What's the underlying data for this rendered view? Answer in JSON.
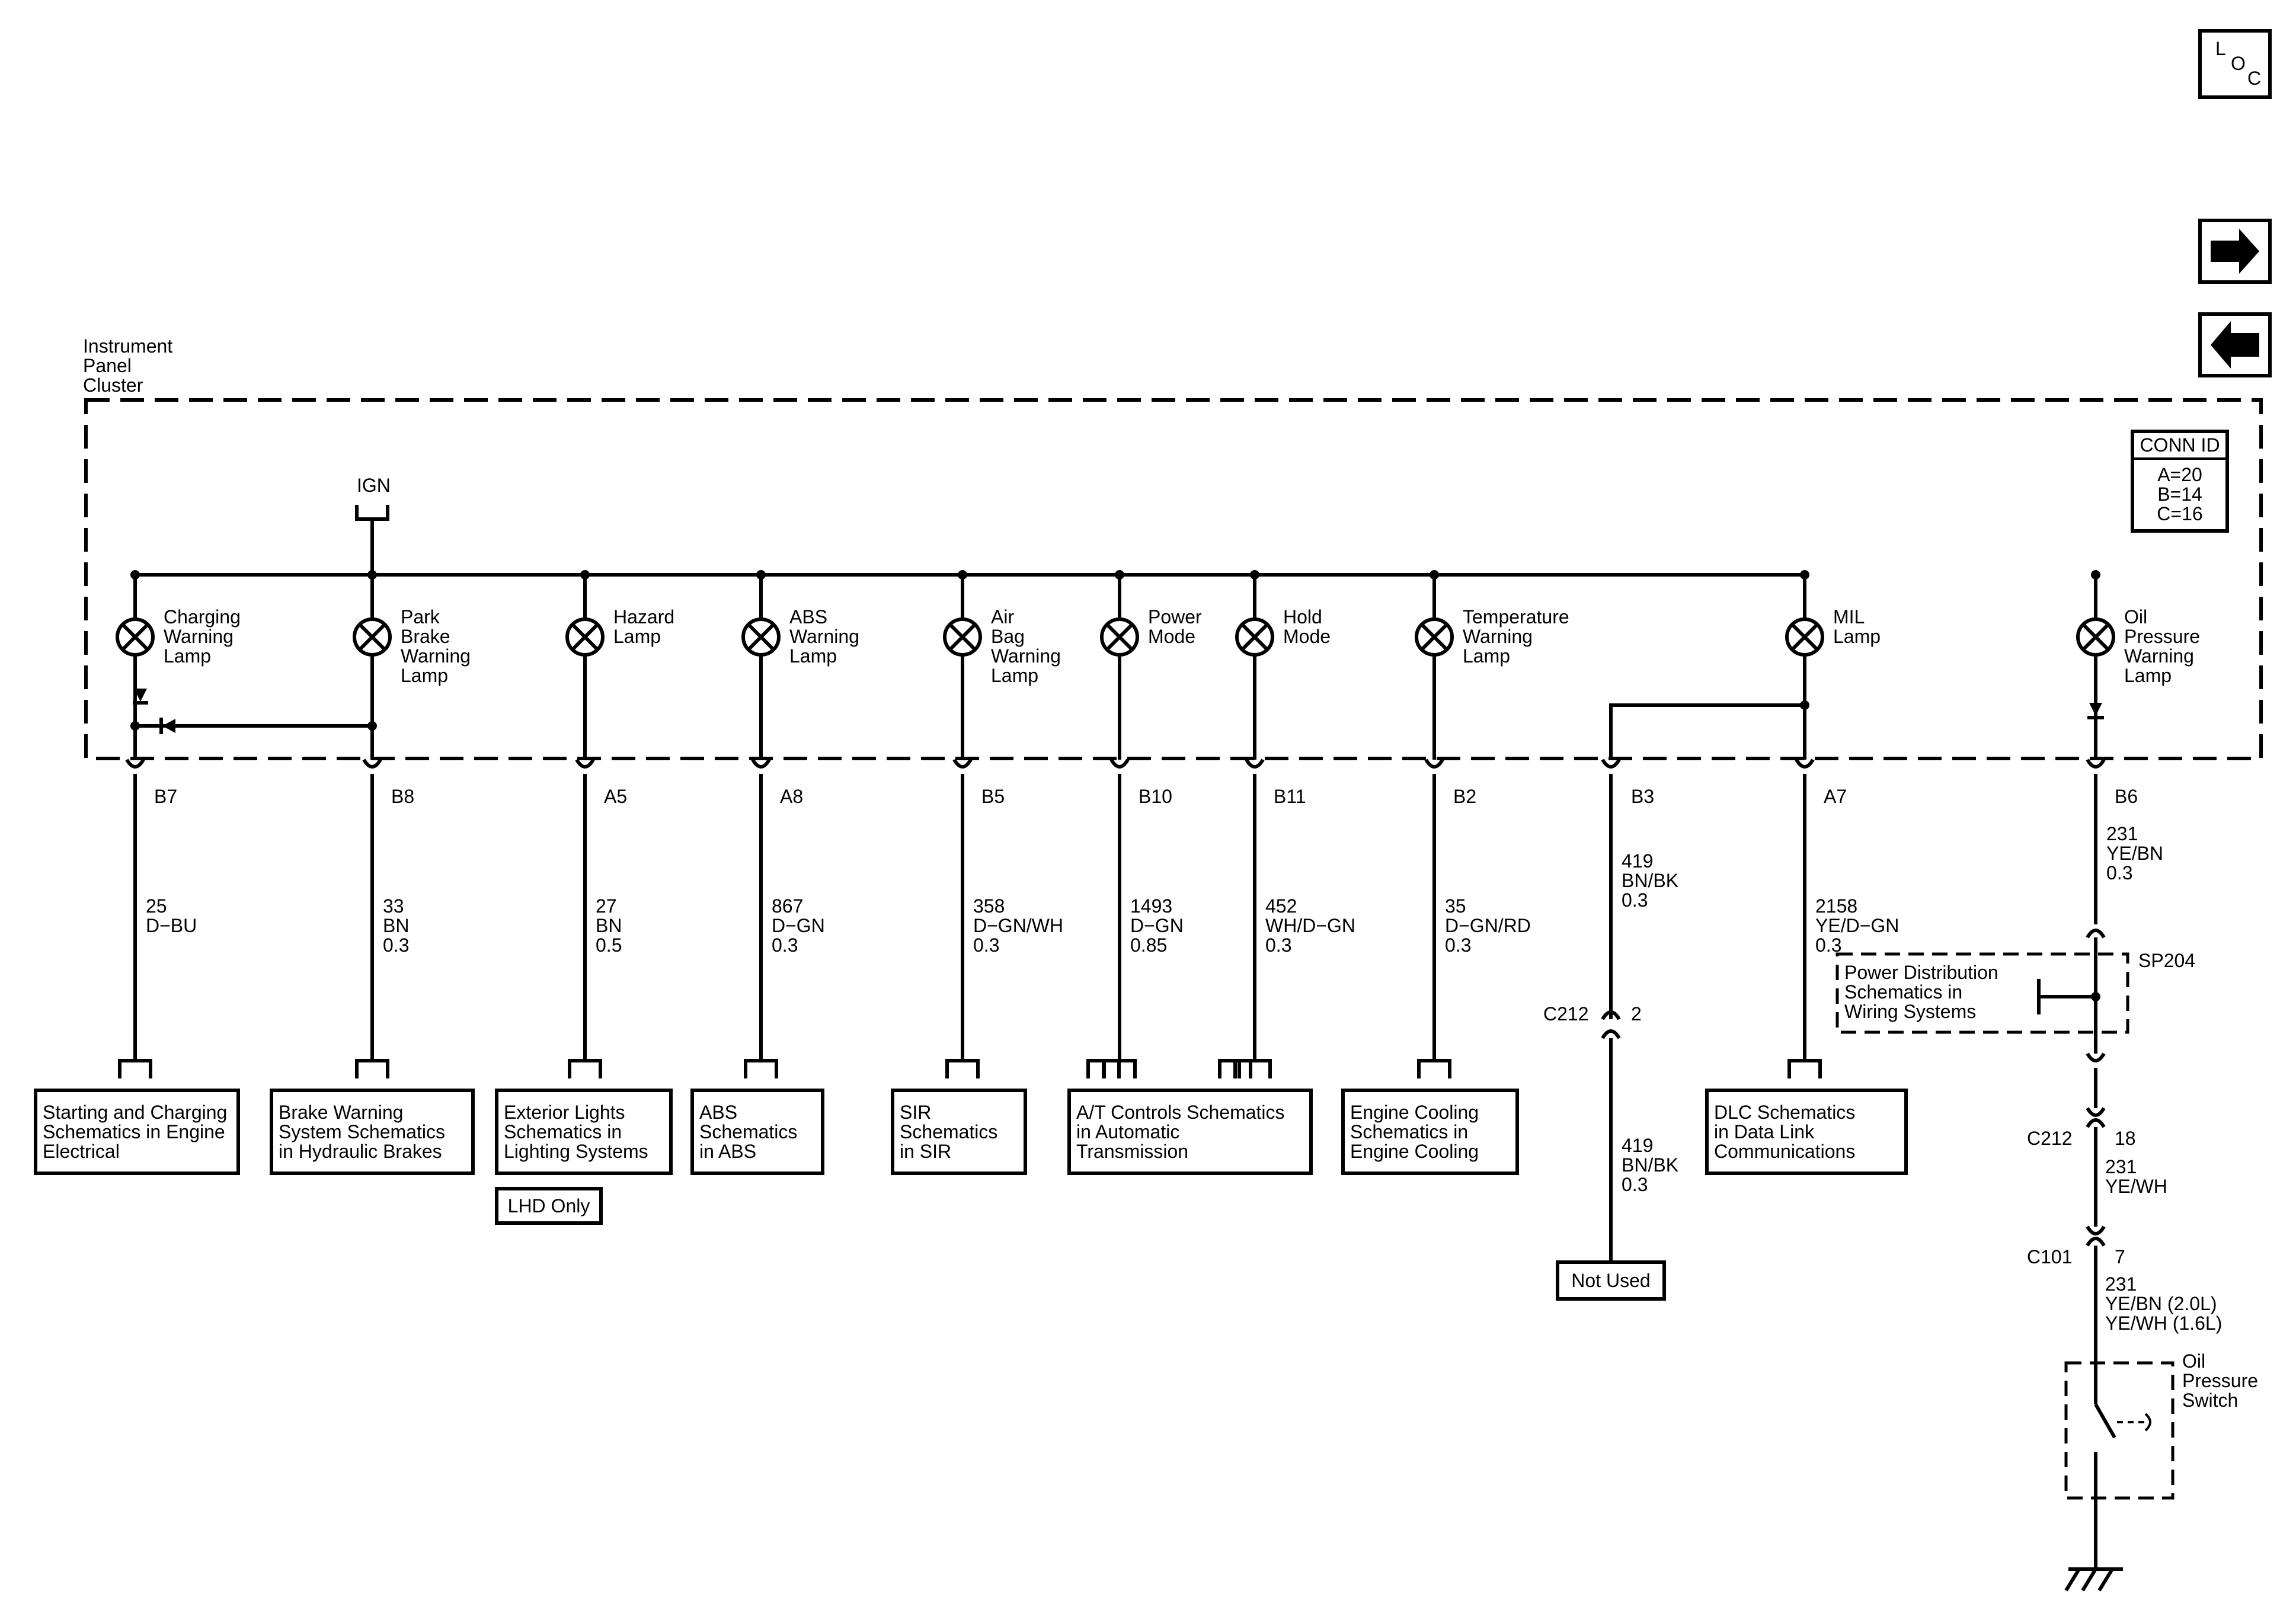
{
  "nav": {
    "loc": [
      "L",
      "O",
      "C"
    ]
  },
  "ipc": {
    "title": [
      "Instrument",
      "Panel",
      "Cluster"
    ],
    "ign": "IGN"
  },
  "conn_id": {
    "title": "CONN ID",
    "lines": [
      "A=20",
      "B=14",
      "C=16"
    ]
  },
  "lamps": [
    {
      "label": [
        "Charging",
        "Warning",
        "Lamp"
      ],
      "pin": "B7",
      "wire": [
        "25",
        "D−BU"
      ]
    },
    {
      "label": [
        "Park",
        "Brake",
        "Warning",
        "Lamp"
      ],
      "pin": "B8",
      "wire": [
        "33",
        "BN",
        "0.3"
      ]
    },
    {
      "label": [
        "Hazard",
        "Lamp"
      ],
      "pin": "A5",
      "wire": [
        "27",
        "BN",
        "0.5"
      ]
    },
    {
      "label": [
        "ABS",
        "Warning",
        "Lamp"
      ],
      "pin": "A8",
      "wire": [
        "867",
        "D−GN",
        "0.3"
      ]
    },
    {
      "label": [
        "Air",
        "Bag",
        "Warning",
        "Lamp"
      ],
      "pin": "B5",
      "wire": [
        "358",
        "D−GN/WH",
        "0.3"
      ]
    },
    {
      "label": [
        "Power",
        "Mode"
      ],
      "pin": "B10",
      "wire": [
        "1493",
        "D−GN",
        "0.85"
      ]
    },
    {
      "label": [
        "Hold",
        "Mode"
      ],
      "pin": "B11",
      "wire": [
        "452",
        "WH/D−GN",
        "0.3"
      ]
    },
    {
      "label": [
        "Temperature",
        "Warning",
        "Lamp"
      ],
      "pin": "B2",
      "wire": [
        "35",
        "D−GN/RD",
        "0.3"
      ]
    },
    {
      "label": [
        "MIL",
        "Lamp"
      ],
      "pin": "A7",
      "wire": [
        "2158",
        "YE/D−GN",
        "0.3"
      ]
    },
    {
      "label": [
        "Oil",
        "Pressure",
        "Warning",
        "Lamp"
      ],
      "pin": "B6",
      "wire": [
        "231",
        "YE/BN",
        "0.3"
      ]
    }
  ],
  "b3": {
    "pin": "B3",
    "wire_top": [
      "419",
      "BN/BK",
      "0.3"
    ],
    "connector": "C212",
    "connector_pin": "2",
    "wire_bottom": [
      "419",
      "BN/BK",
      "0.3"
    ],
    "end": "Not Used"
  },
  "destinations": [
    {
      "lines": [
        "Starting and Charging",
        "Schematics in Engine",
        "Electrical"
      ]
    },
    {
      "lines": [
        "Brake Warning",
        "System Schematics",
        "in Hydraulic Brakes"
      ]
    },
    {
      "lines": [
        "Exterior Lights",
        "Schematics in",
        "Lighting Systems"
      ],
      "note": "LHD Only"
    },
    {
      "lines": [
        "ABS",
        "Schematics",
        "in ABS"
      ]
    },
    {
      "lines": [
        "SIR",
        "Schematics",
        "in SIR"
      ]
    },
    {
      "lines": [
        "A/T Controls Schematics",
        "in Automatic",
        "Transmission"
      ]
    },
    {
      "lines": [
        "Engine Cooling",
        "Schematics in",
        "Engine Cooling"
      ]
    },
    {
      "lines": [
        "DLC Schematics",
        "in Data Link",
        "Communications"
      ]
    }
  ],
  "oil_circuit": {
    "splice": "SP204",
    "power_dist": [
      "Power Distribution",
      "Schematics in",
      "Wiring Systems"
    ],
    "c212": {
      "name": "C212",
      "pin": "18",
      "wire": [
        "231",
        "YE/WH"
      ]
    },
    "c101": {
      "name": "C101",
      "pin": "7",
      "wire": [
        "231",
        "YE/BN (2.0L)",
        "YE/WH (1.6L)"
      ]
    },
    "switch": [
      "Oil",
      "Pressure",
      "Switch"
    ]
  }
}
